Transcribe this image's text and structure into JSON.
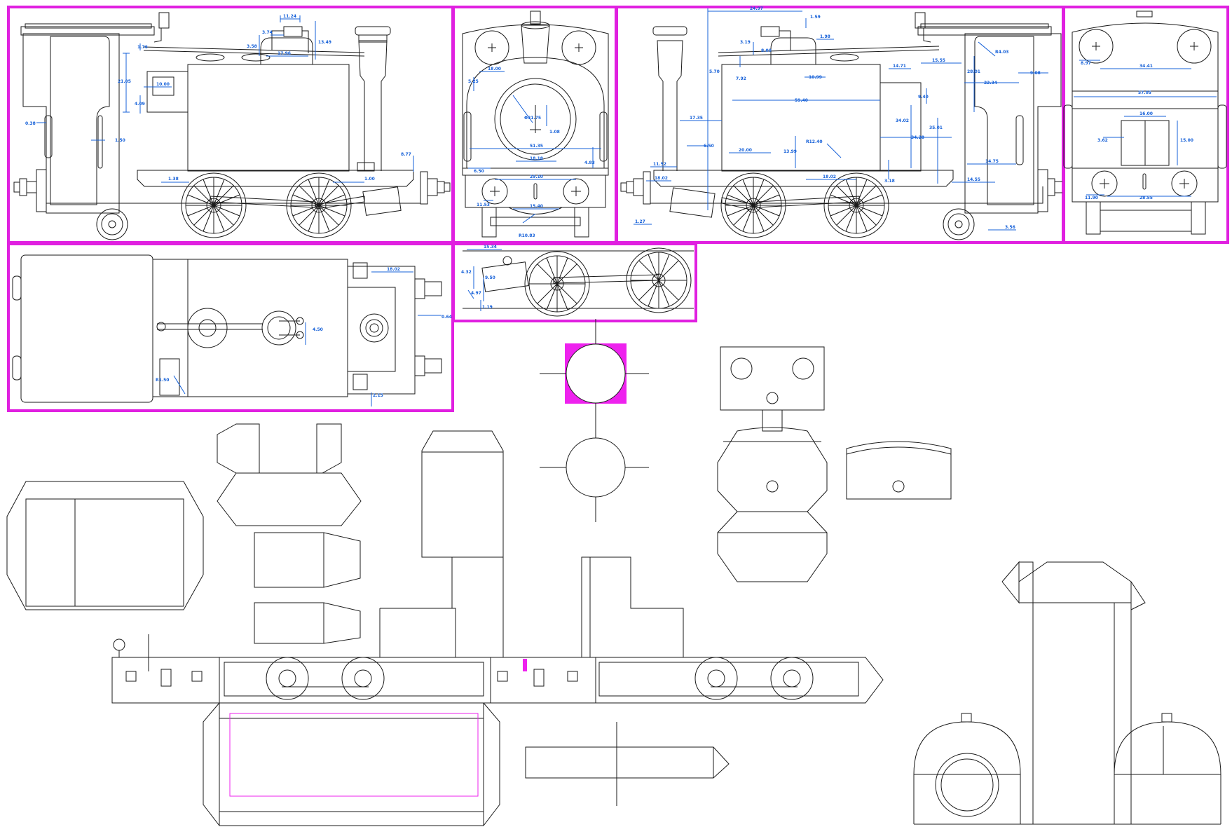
{
  "colors": {
    "panel_border": "#e020e0",
    "dimension": "#1560d8",
    "outline": "#1a1a1a",
    "background": "#ffffff"
  },
  "dimensions": {
    "side_left": [
      "11.24",
      "3.74",
      "13.49",
      "3.58",
      "17.96",
      "1.76",
      "21.05",
      "10.00",
      "4.09",
      "0.38",
      "1.50",
      "8.77",
      "1.38",
      "1.00"
    ],
    "front": [
      "18.00",
      "5.25",
      "Φ31.75",
      "1.08",
      "51.35",
      "18.18",
      "6.50",
      "4.83",
      "29.10",
      "11.53",
      "15.40",
      "R10.83"
    ],
    "side_right": [
      "24.97",
      "1.59",
      "3.19",
      "8.00",
      "1.98",
      "5.70",
      "7.92",
      "10.99",
      "59.40",
      "14.71",
      "15.55",
      "R4.03",
      "28.01",
      "22.34",
      "9.08",
      "9.40",
      "34.02",
      "17.35",
      "34.28",
      "35.01",
      "6.50",
      "20.00",
      "13.99",
      "R12.40",
      "18.02",
      "11.52",
      "18.02",
      "3.18",
      "14.75",
      "14.55",
      "1.27",
      "3.56"
    ],
    "rear": [
      "8.97",
      "34.41",
      "57.05",
      "16.00",
      "3.62",
      "15.00",
      "11.90",
      "28.55"
    ],
    "top": [
      "18.02",
      "4.50",
      "R1.50",
      "2.15",
      "0.64"
    ],
    "chassis": [
      "15.34",
      "4.32",
      "9.50",
      "4.97",
      "1.19"
    ]
  }
}
